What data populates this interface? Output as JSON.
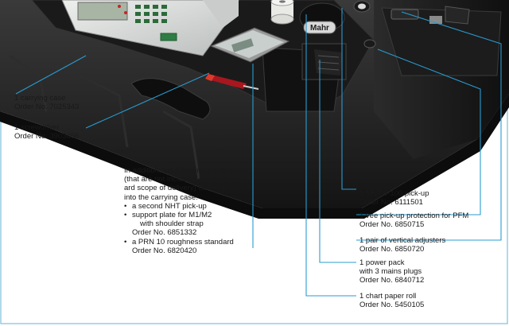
{
  "colors": {
    "callout_line": "#2a9bd0",
    "case_body": "#1e1e1e",
    "frame": "#7cc0df"
  },
  "callouts": {
    "carrying_case": {
      "name": "1 carrying case",
      "order": "Order No. 7025343"
    },
    "screwdriver": {
      "name": "1 screwdriver",
      "order": "Order No. 3903456"
    },
    "nht_pickup": {
      "name": "1 NHT 6-100 pick-up",
      "order": "Order No. 6111501"
    },
    "vee_protection": {
      "name": "1 vee pick-up protection for PFM",
      "order": "Order No. 6850715"
    },
    "vertical_adjusters": {
      "name": "1 pair of vertical adjusters",
      "order": "Order No. 6850720"
    },
    "power_pack": {
      "name": "1 power pack",
      "line2": "with 3 mains plugs",
      "order": "Order No. 6840712"
    },
    "paper_roll": {
      "name": "1 chart paper roll",
      "order": "Order No. 5450105"
    }
  },
  "accessories": {
    "intro": [
      "In addition, the following accessories",
      "(that are not including in the stand-",
      "ard scope of delivery) can be placed",
      "into the carrying case:"
    ],
    "bullet": "•",
    "item1": "a second NHT pick-up",
    "item2_lines": [
      "support plate for M1/M2",
      "with shoulder strap",
      "Order No. 6851332"
    ],
    "item3_lines": [
      "a PRN 10 roughness standard",
      "Order No. 6820420"
    ]
  },
  "brand_logo_text": "Mahr"
}
